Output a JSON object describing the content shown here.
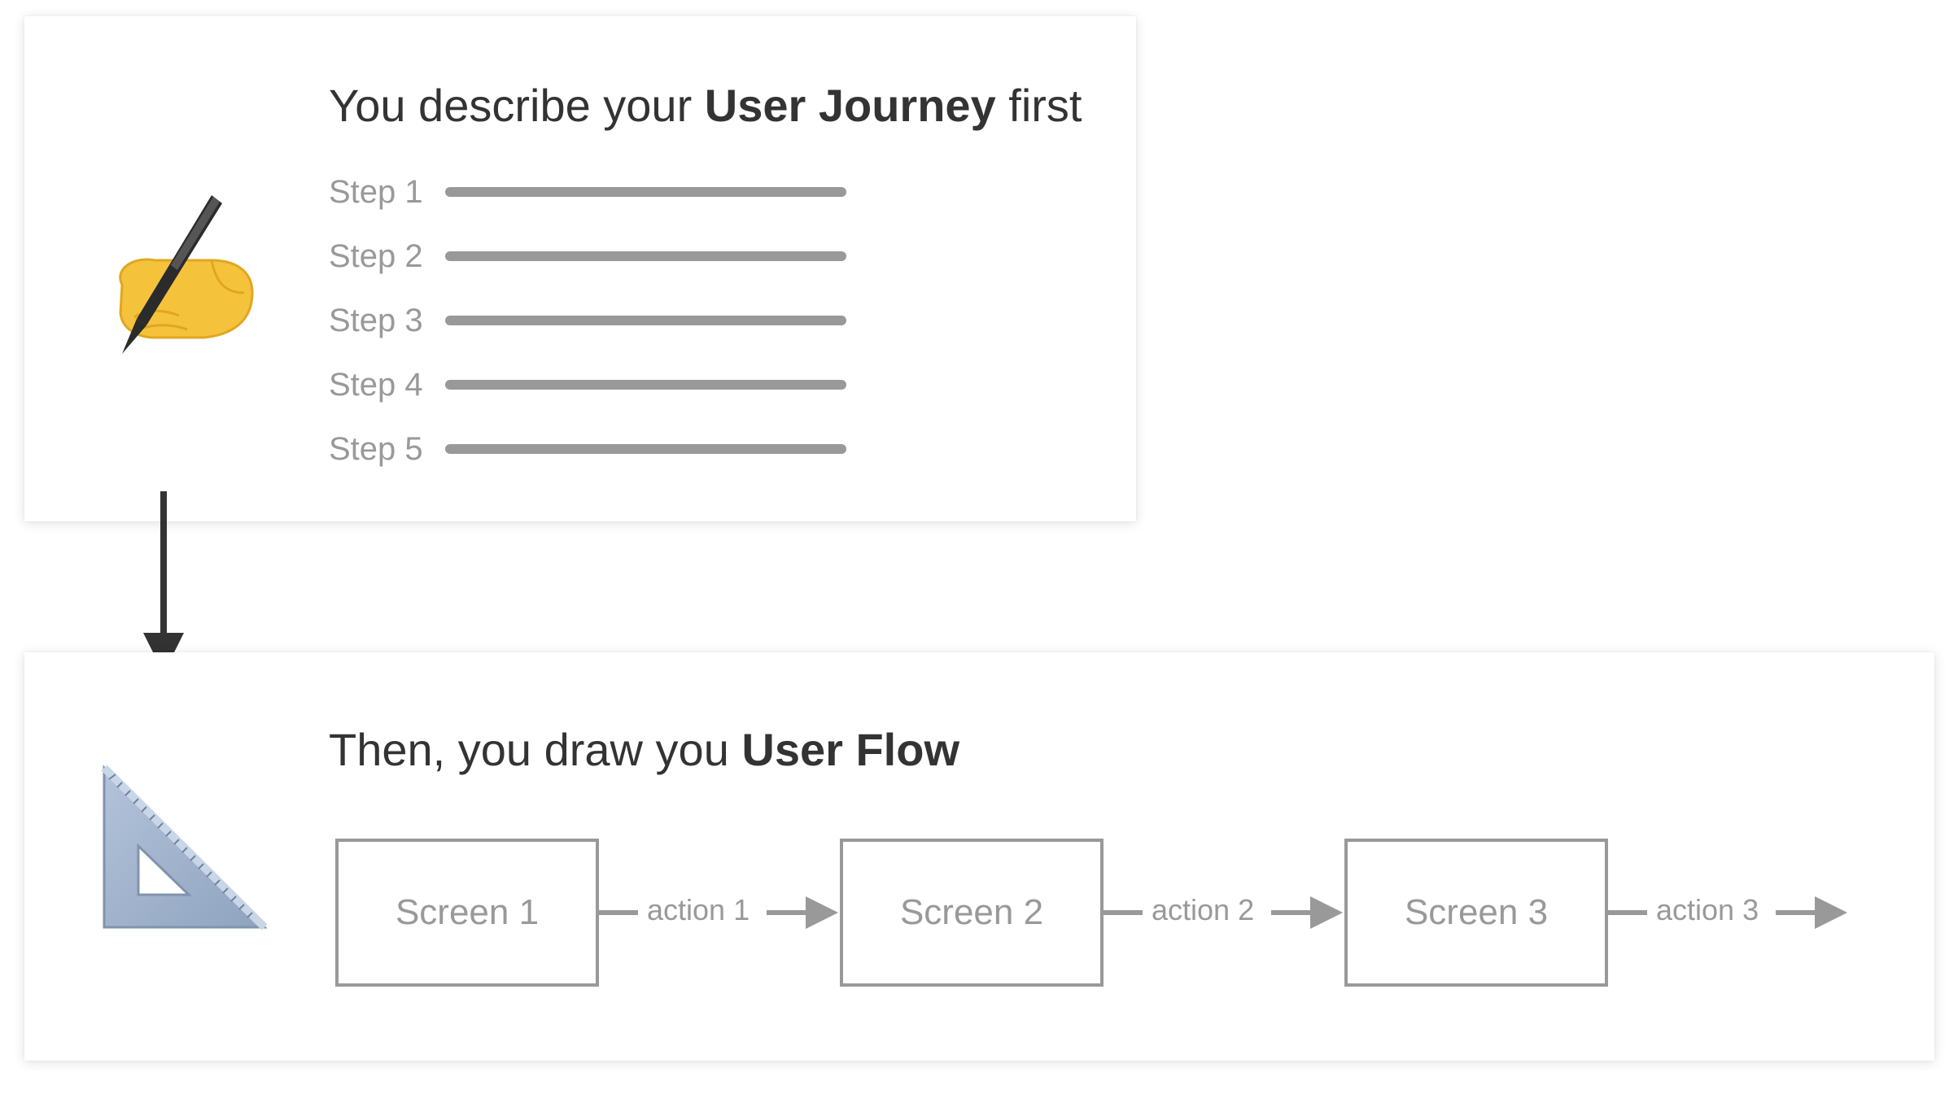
{
  "journey": {
    "heading_pre": "You describe your ",
    "heading_bold": "User Journey",
    "heading_post": " first",
    "icon": "writing-hand",
    "steps": [
      "Step 1",
      "Step 2",
      "Step 3",
      "Step 4",
      "Step 5"
    ]
  },
  "flow": {
    "heading_pre": "Then, you draw you ",
    "heading_bold": "User Flow",
    "icon": "triangular-ruler",
    "screens": [
      "Screen 1",
      "Screen 2",
      "Screen 3"
    ],
    "actions": [
      "action 1",
      "action 2",
      "action 3"
    ]
  },
  "colors": {
    "text": "#333333",
    "muted": "#999999",
    "arrow": "#333333",
    "skin": "#F7C847"
  }
}
